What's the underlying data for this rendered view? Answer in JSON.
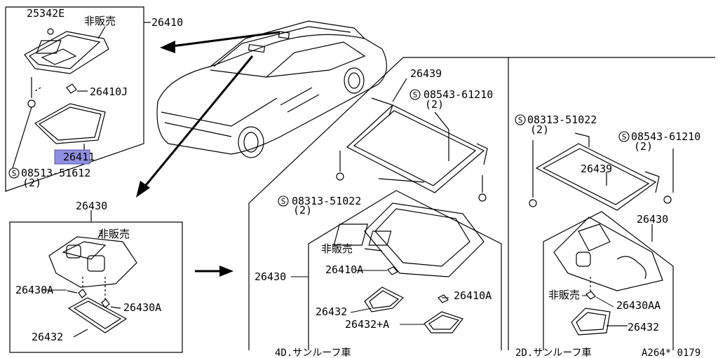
{
  "parts": {
    "p25342E": "25342E",
    "p26410": "26410",
    "nonsale1": "非販売",
    "p26410J": "26410J",
    "p26411": "26411",
    "s08513": "08513-51612",
    "qty2a": "(2)",
    "p26430_left": "26430",
    "nonsale2": "非販売",
    "p26430A_left": "26430A",
    "p26430A_right": "26430A",
    "p26432_left": "26432",
    "p26439_4d": "26439",
    "s08543_4d": "08543-61210",
    "qty2b": "(2)",
    "s08313_4d": "08313-51022",
    "qty2c": "(2)",
    "nonsale3": "非販売",
    "p26430_4d": "26430",
    "p26410A_a": "26410A",
    "p26410A_b": "26410A",
    "p26432_4d": "26432",
    "p26432plusA": "26432+A",
    "s08313_2d": "08313-51022",
    "qty2d": "(2)",
    "s08543_2d": "08543-61210",
    "qty2e": "(2)",
    "p26439_2d": "26439",
    "p26430_2d": "26430",
    "nonsale4": "非販売",
    "p26430AA": "26430AA",
    "p26432_2d": "26432"
  },
  "captions": {
    "sunroof_4d": "4D.サンルーフ車",
    "sunroof_2d": "2D.サンルーフ車",
    "diagram_code": "A264* 0179"
  },
  "screw_symbol": "S",
  "colors": {
    "line": "#000000",
    "highlight": "#8f8fe0",
    "background": "#ffffff"
  }
}
